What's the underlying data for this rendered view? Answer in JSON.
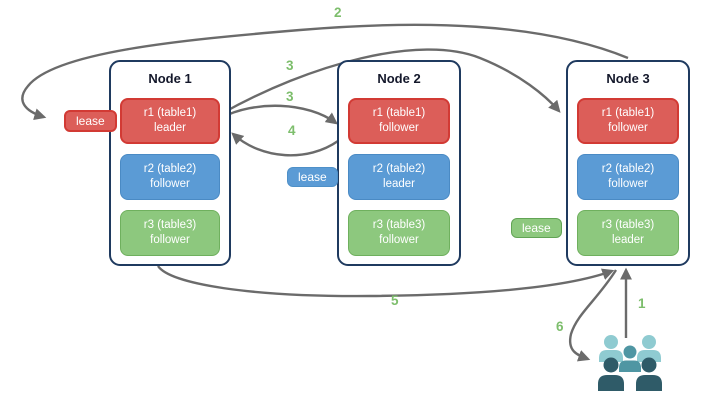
{
  "diagram": {
    "nodes": [
      {
        "title": "Node 1",
        "replicas": [
          {
            "name": "r1 (table1)",
            "role": "leader",
            "color": "red"
          },
          {
            "name": "r2 (table2)",
            "role": "follower",
            "color": "blue"
          },
          {
            "name": "r3 (table3)",
            "role": "follower",
            "color": "green"
          }
        ]
      },
      {
        "title": "Node 2",
        "replicas": [
          {
            "name": "r1 (table1)",
            "role": "follower",
            "color": "red"
          },
          {
            "name": "r2 (table2)",
            "role": "leader",
            "color": "blue"
          },
          {
            "name": "r3 (table3)",
            "role": "follower",
            "color": "green"
          }
        ]
      },
      {
        "title": "Node 3",
        "replicas": [
          {
            "name": "r1 (table1)",
            "role": "follower",
            "color": "red"
          },
          {
            "name": "r2 (table2)",
            "role": "follower",
            "color": "blue"
          },
          {
            "name": "r3 (table3)",
            "role": "leader",
            "color": "green"
          }
        ]
      }
    ],
    "leases": [
      {
        "label": "lease",
        "color": "red"
      },
      {
        "label": "lease",
        "color": "blue"
      },
      {
        "label": "lease",
        "color": "green"
      }
    ],
    "steps": {
      "s1": "1",
      "s2": "2",
      "s3a": "3",
      "s3b": "3",
      "s4": "4",
      "s5": "5",
      "s6": "6"
    },
    "colors": {
      "red_fill": "#dc5e59",
      "red_border": "#d23a34",
      "blue_fill": "#5b9bd5",
      "blue_border": "#4a8ac4",
      "green_fill": "#8dc87e",
      "green_border": "#6fb05e",
      "node_border": "#1f3a5f",
      "step_label": "#7dbe6c",
      "arrow": "#6b6b6b",
      "people_light": "#8fcbd1",
      "people_mid": "#4f96a3",
      "people_dark": "#2f5b68"
    }
  }
}
